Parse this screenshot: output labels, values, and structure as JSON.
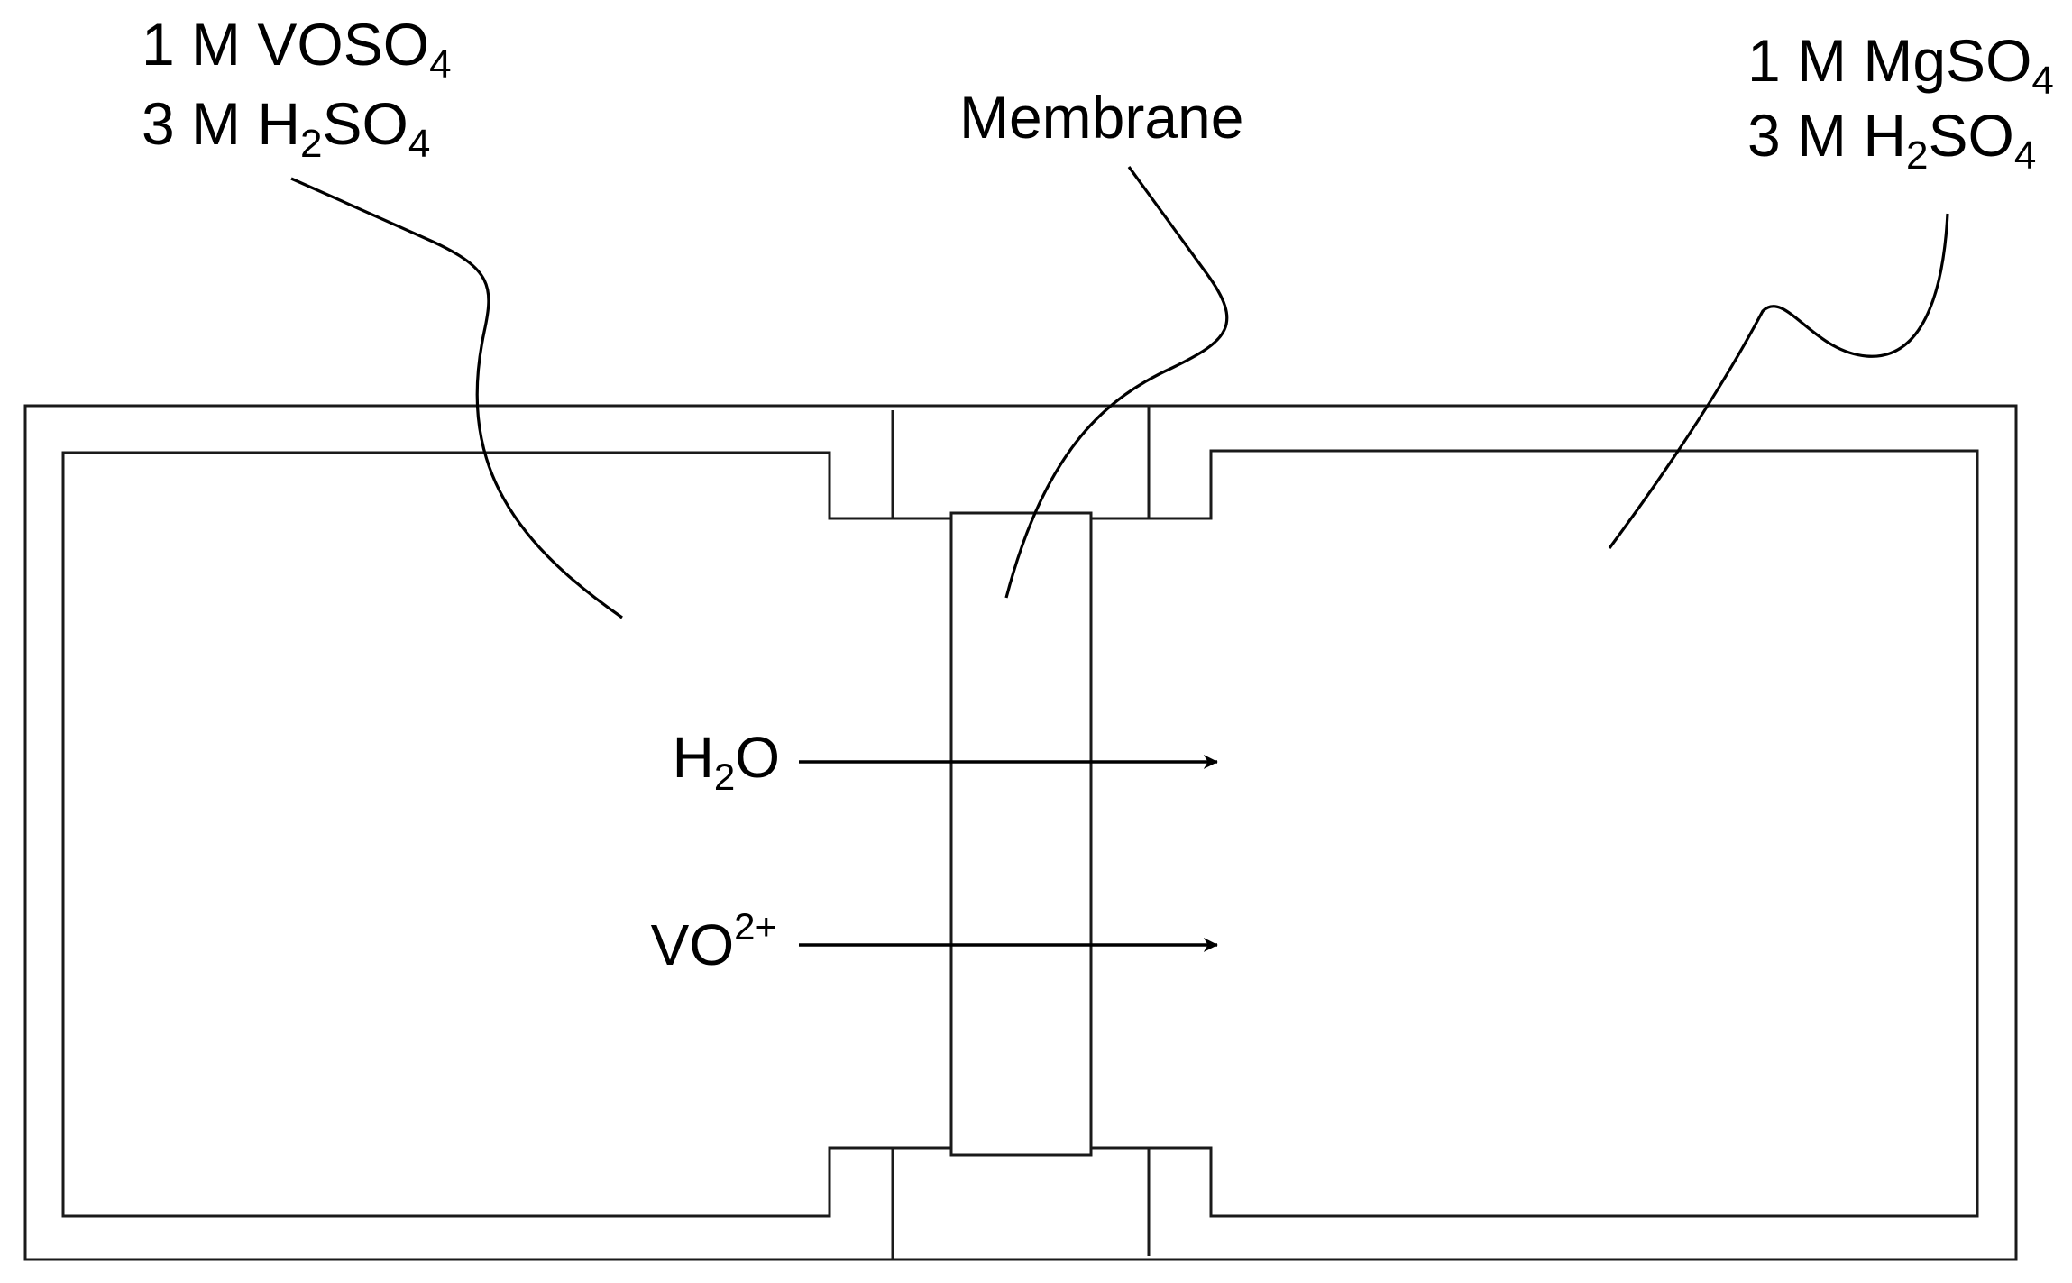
{
  "left_solution": {
    "line1": {
      "prefix": "1 M VOSO",
      "sub": "4"
    },
    "line2": {
      "prefix": "3 M H",
      "sub1": "2",
      "mid": "SO",
      "sub2": "4"
    }
  },
  "membrane": {
    "label": "Membrane"
  },
  "right_solution": {
    "line1": {
      "prefix": "1 M MgSO",
      "sub": "4"
    },
    "line2": {
      "prefix": "3 M H",
      "sub1": "2",
      "mid": "SO",
      "sub2": "4"
    }
  },
  "flows": {
    "water": {
      "base": "H",
      "sub": "2",
      "tail": "O"
    },
    "vanadyl": {
      "base": "VO",
      "sup": "2+"
    }
  },
  "colors": {
    "left_compartment_fill": "#f9f9f9",
    "right_compartment_fill": "#ffffff",
    "stroke": "#1a1a1a"
  }
}
